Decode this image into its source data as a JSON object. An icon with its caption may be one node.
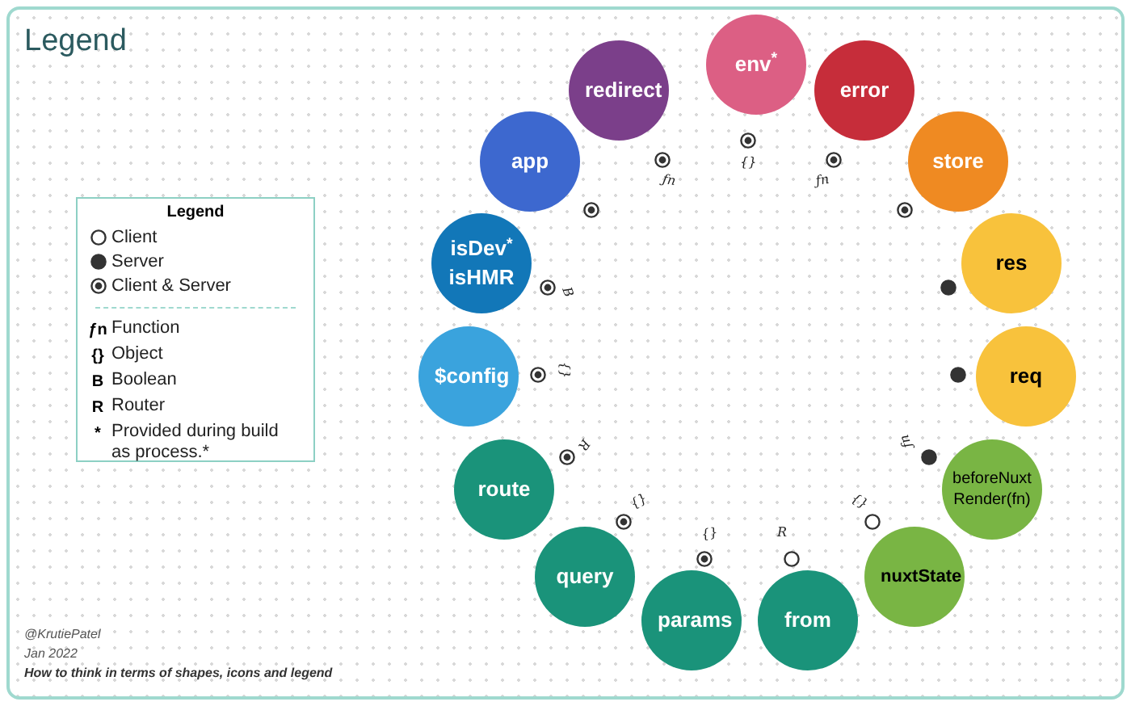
{
  "diagram": {
    "title": "Legend",
    "nodes": [
      {
        "text": [
          "redirect"
        ],
        "beside": [
          "ƒn"
        ]
      },
      {
        "text": [
          "env$^{*}$"
        ],
        "beside": [
          "{}"
        ]
      },
      {
        "text": [
          "error"
        ],
        "beside": [
          "ƒn"
        ]
      },
      {
        "text": [
          "app"
        ]
      },
      {
        "text": [
          "store"
        ]
      },
      {
        "text": [
          "isDev$^{*}$ isHMR"
        ],
        "beside": [
          "B"
        ]
      },
      {
        "text": [
          "res"
        ]
      },
      {
        "text": [
          "$config"
        ],
        "beside": [
          "{}"
        ]
      },
      {
        "text": [
          "req"
        ]
      },
      {
        "text": [
          "route"
        ],
        "beside": [
          "R"
        ]
      },
      {
        "text": [
          "beforeNuxt Render(fn)"
        ],
        "beside": [
          "ƒn"
        ]
      },
      {
        "text": [
          "query"
        ],
        "beside": [
          "{}"
        ]
      },
      {
        "text": [
          "nuxtState"
        ],
        "beside": [
          "{}"
        ]
      },
      {
        "text": [
          "params"
        ],
        "beside": [
          "{}"
        ]
      },
      {
        "text": [
          "from"
        ],
        "beside": [
          "R"
        ]
      }
    ],
    "labels": [
      "Legend",
      "ƒn",
      "{}",
      "B",
      "R",
      "*",
      "@KrutiePatel",
      "Jan 2022",
      "How to think in terms of shapes, icons and legend"
    ],
    "legend": [
      {
        "text": "Client"
      },
      {
        "text": "Server"
      },
      {
        "text": "Client & Server"
      },
      {
        "text": "Function"
      },
      {
        "text": "Object"
      },
      {
        "text": "Boolean"
      },
      {
        "text": "Router"
      },
      {
        "text": "Provided during build as process.*"
      }
    ]
  }
}
